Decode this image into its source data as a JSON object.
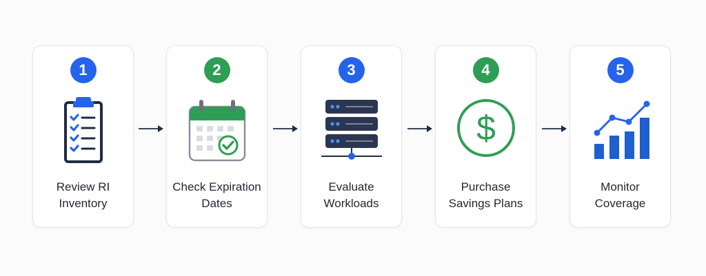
{
  "steps": [
    {
      "number": "1",
      "line1": "Review RI",
      "line2": "Inventory",
      "icon": "clipboard-checklist-icon",
      "badge_color": "#2563eb"
    },
    {
      "number": "2",
      "line1": "Check Expiration",
      "line2": "Dates",
      "icon": "calendar-check-icon",
      "badge_color": "#2f9e55"
    },
    {
      "number": "3",
      "line1": "Evaluate",
      "line2": "Workloads",
      "icon": "server-stack-icon",
      "badge_color": "#2563eb"
    },
    {
      "number": "4",
      "line1": "Purchase",
      "line2": "Savings Plans",
      "icon": "dollar-circle-icon",
      "badge_color": "#2f9e55"
    },
    {
      "number": "5",
      "line1": "Monitor",
      "line2": "Coverage",
      "icon": "bar-line-chart-icon",
      "badge_color": "#2563eb"
    }
  ],
  "colors": {
    "navy": "#1f2a44",
    "blue": "#2563eb",
    "green": "#2f9e55",
    "arrow": "#1f2a44"
  }
}
